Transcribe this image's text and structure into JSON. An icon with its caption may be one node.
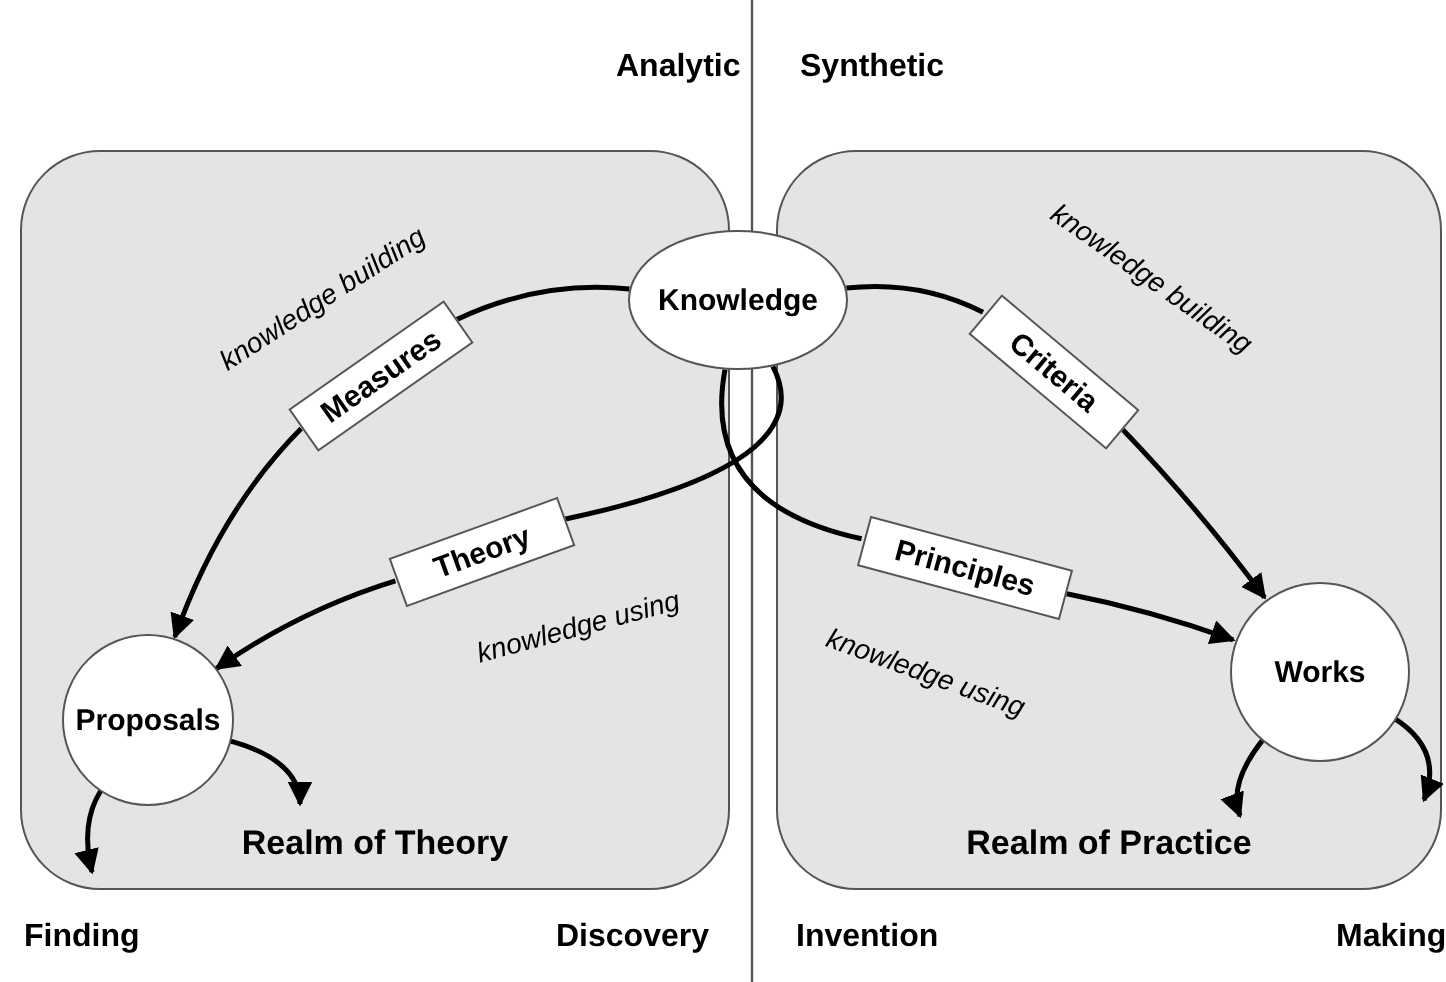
{
  "diagram": {
    "nodes": [
      {
        "text": [
          "Realm of Theory"
        ]
      },
      {
        "text": [
          "Measures"
        ],
        "in": 0,
        "beside": [
          "knowledge building"
        ]
      },
      {
        "text": [
          "Theory"
        ],
        "in": 0,
        "beside": [
          "knowledge using"
        ]
      },
      {
        "text": [
          "Proposals"
        ],
        "in": 0
      },
      {
        "text": [
          "Knowledge"
        ]
      },
      {
        "text": [
          "Realm of Practice"
        ]
      },
      {
        "text": [
          "Criteria"
        ],
        "in": 5,
        "beside": [
          "knowledge building"
        ]
      },
      {
        "text": [
          "Principles"
        ],
        "in": 5,
        "beside": [
          "knowledge using"
        ]
      },
      {
        "text": [
          "Works"
        ],
        "in": 5
      }
    ],
    "edges": [
      {
        "from": 4,
        "to": 1,
        "arrow": "none"
      },
      {
        "from": 1,
        "to": 3,
        "arrow": "to"
      },
      {
        "from": 4,
        "to": 2,
        "arrow": "none"
      },
      {
        "from": 2,
        "to": 3,
        "arrow": "to"
      },
      {
        "from": 4,
        "to": 6,
        "arrow": "none"
      },
      {
        "from": 6,
        "to": 8,
        "arrow": "to"
      },
      {
        "from": 4,
        "to": 7,
        "arrow": "none"
      },
      {
        "from": 7,
        "to": 8,
        "arrow": "to"
      },
      {
        "from": 3,
        "to": null,
        "arrow": "to"
      },
      {
        "from": 3,
        "to": null,
        "arrow": "to"
      },
      {
        "from": 8,
        "to": null,
        "arrow": "to"
      },
      {
        "from": 8,
        "to": null,
        "arrow": "to"
      }
    ],
    "labels": [
      "Analytic",
      "Synthetic",
      "Finding",
      "Discovery",
      "Invention",
      "Making"
    ]
  }
}
